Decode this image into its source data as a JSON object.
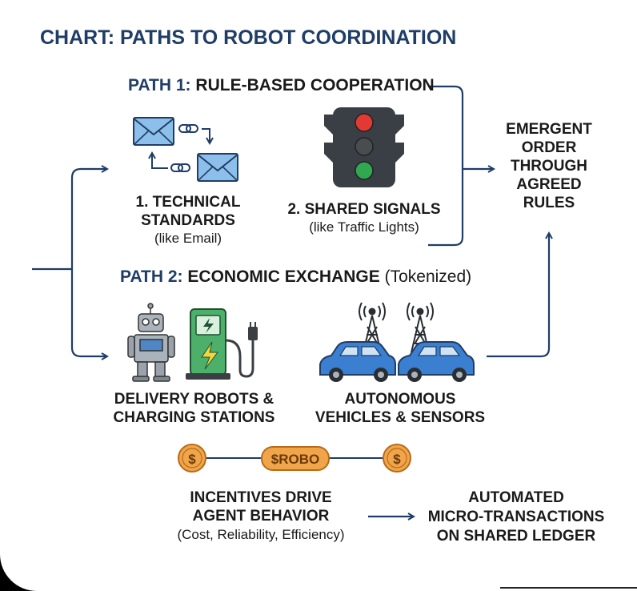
{
  "title": {
    "prefix": "CHART:",
    "text": "PATHS TO ROBOT COORDINATION"
  },
  "path1": {
    "prefix": "PATH 1:",
    "title": "RULE-BASED COOPERATION"
  },
  "path2": {
    "prefix": "PATH 2:",
    "title": "ECONOMIC EXCHANGE",
    "suffix": "(Tokenized)"
  },
  "items": {
    "technical_standards": {
      "line1": "1. TECHNICAL",
      "line2": "STANDARDS",
      "sub": "(like Email)"
    },
    "shared_signals": {
      "line1": "2. SHARED SIGNALS",
      "sub": "(like Traffic Lights)"
    },
    "delivery_robots": {
      "line1": "DELIVERY ROBOTS &",
      "line2": "CHARGING STATIONS"
    },
    "autonomous_vehicles": {
      "line1": "AUTONOMOUS",
      "line2": "VEHICLES & SENSORS"
    }
  },
  "emergent_order": {
    "line1": "EMERGENT",
    "line2": "ORDER",
    "line3": "THROUGH",
    "line4": "AGREED",
    "line5": "RULES"
  },
  "token": {
    "label": "$ROBO",
    "coin_symbol": "$"
  },
  "incentives": {
    "line1": "INCENTIVES DRIVE",
    "line2": "AGENT BEHAVIOR",
    "sub": "(Cost, Reliability, Efficiency)"
  },
  "automated": {
    "line1": "AUTOMATED",
    "line2": "MICRO-TRANSACTIONS",
    "line3": "ON SHARED LEDGER"
  },
  "colors": {
    "navy": "#1f3d66",
    "envelope": "#7fb3e0",
    "traffic_body": "#3a3f45",
    "red_light": "#e23a33",
    "green_light": "#2fa84f",
    "charger_green": "#4caf6a",
    "car_blue": "#3b7fd1",
    "coin_orange": "#f0a54a"
  }
}
